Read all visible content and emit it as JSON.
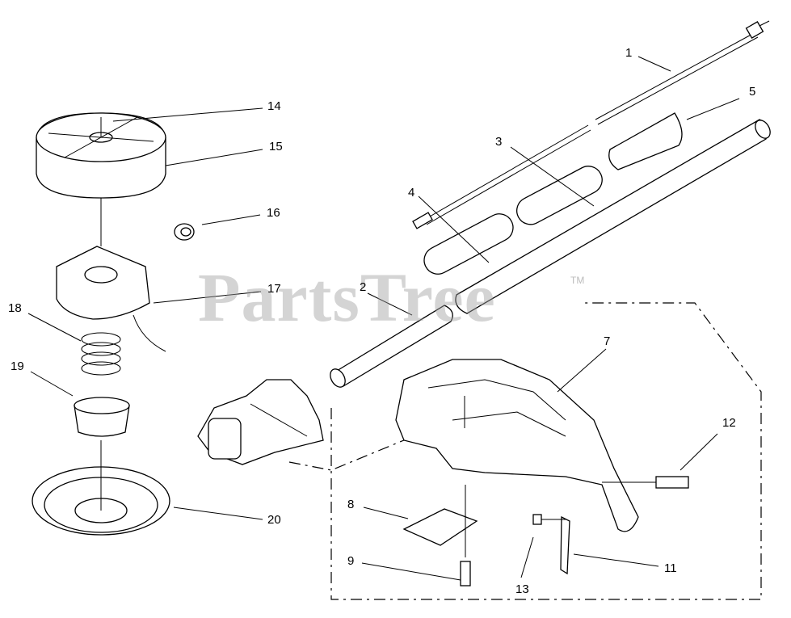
{
  "watermark": {
    "text": "PartsTree",
    "mark": "TM"
  },
  "callouts": [
    "1",
    "2",
    "3",
    "4",
    "5",
    "7",
    "8",
    "9",
    "11",
    "12",
    "13",
    "14",
    "15",
    "16",
    "17",
    "18",
    "19",
    "20"
  ]
}
